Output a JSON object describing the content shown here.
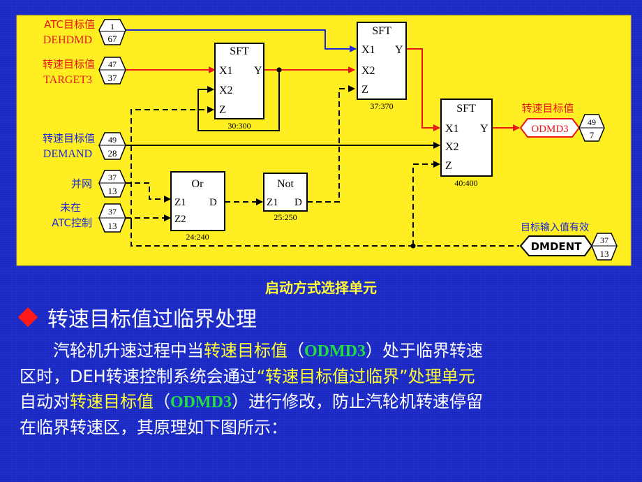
{
  "diagram": {
    "inputs": {
      "atc": {
        "label1": "ATC目标值",
        "label2": "DEHDMD",
        "top": "1",
        "bottom": "67"
      },
      "target": {
        "label1": "转速目标值",
        "label2": "TARGET3",
        "top": "47",
        "bottom": "37"
      },
      "demand": {
        "label1": "转速目标值",
        "label2": "DEMAND",
        "top": "49",
        "bottom": "28"
      },
      "grid": {
        "label1": "并网",
        "top": "37",
        "bottom": "13"
      },
      "notatc": {
        "label1": "未在",
        "label2": "ATC控制",
        "top": "37",
        "bottom": "13"
      }
    },
    "blocks": {
      "sft1": {
        "title": "SFT",
        "x1": "X1",
        "y": "Y",
        "x2": "X2",
        "z": "Z",
        "id": "30:300"
      },
      "sft2": {
        "title": "SFT",
        "x1": "X1",
        "y": "Y",
        "x2": "X2",
        "z": "Z",
        "id": "37:370"
      },
      "sft3": {
        "title": "SFT",
        "x1": "X1",
        "y": "Y",
        "x2": "X2",
        "z": "Z",
        "id": "40:400"
      },
      "or": {
        "title": "Or",
        "z1": "Z1",
        "z2": "Z2",
        "d": "D",
        "id": "24:240"
      },
      "not": {
        "title": "Not",
        "z1": "Z1",
        "d": "D",
        "id": "25:250"
      }
    },
    "outputs": {
      "odmd3": {
        "caption": "转速目标值",
        "name": "ODMD3",
        "top": "49",
        "bottom": "7"
      },
      "dmdent": {
        "caption": "目标输入值有效",
        "name": "DMDENT",
        "top": "37",
        "bottom": "13"
      }
    },
    "colors": {
      "panel": "#ffee22",
      "signal_red": "#e81818",
      "signal_blue": "#1c28d8",
      "line": "#000000",
      "bg": "#1f2fd0"
    }
  },
  "caption": "启动方式选择单元",
  "heading": "转速目标值过临界处理",
  "paragraph": {
    "l1a": "汽轮机升速过程中当",
    "l1b": "转速目标值",
    "l1c": "（",
    "l1d": "ODMD3",
    "l1e": "）处于临界转速",
    "l2a": "区时，DEH转速控制系统会通过",
    "l2b": "“转速目标值过临界”处理单元",
    "l3a": "自动对",
    "l3b": "转速目标值",
    "l3c": "（",
    "l3d": "ODMD3",
    "l3e": "）进行修改，防止汽轮机转速停留",
    "l4": "在临界转速区，其原理如下图所示："
  }
}
